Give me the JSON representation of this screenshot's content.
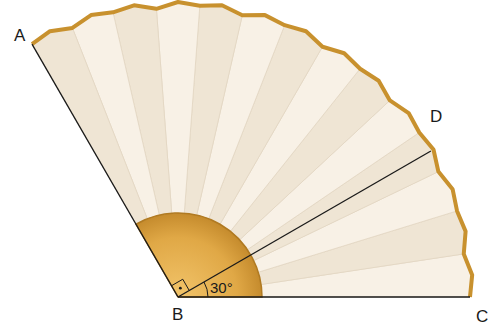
{
  "diagram": {
    "labels": [
      "A",
      "D",
      "30°",
      "B",
      "C"
    ]
  }
}
